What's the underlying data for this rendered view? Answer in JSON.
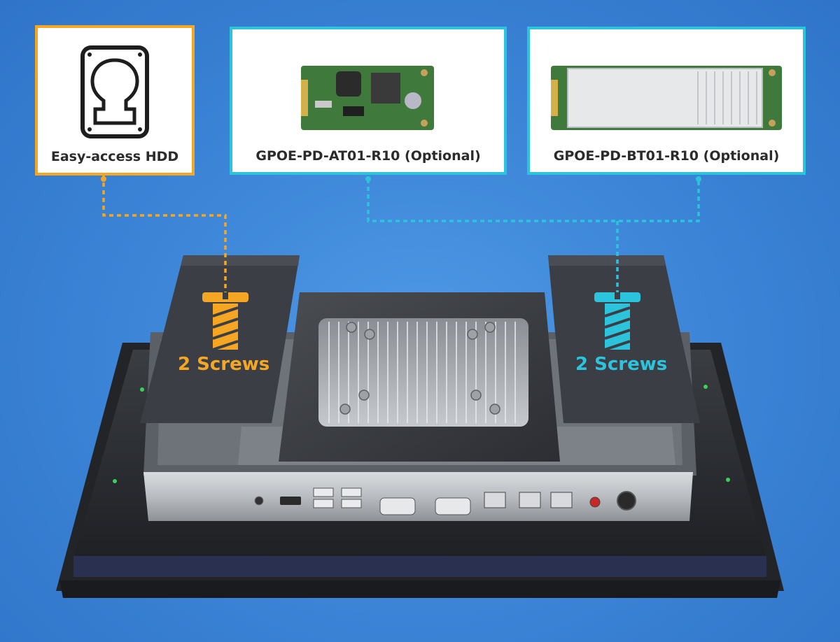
{
  "cards": {
    "hdd": {
      "label": "Easy-access HDD",
      "icon": "hdd-icon"
    },
    "at01": {
      "label": "GPOE-PD-AT01-R10 (Optional)",
      "image": "poe-module-at01"
    },
    "bt01": {
      "label": "GPOE-PD-BT01-R10 (Optional)",
      "image": "poe-module-bt01"
    }
  },
  "screws": {
    "left": {
      "label": "2 Screws",
      "color": "#f5a623",
      "icon": "screw-icon"
    },
    "right": {
      "label": "2 Screws",
      "color": "#2cc4dc",
      "icon": "screw-icon"
    }
  },
  "colors": {
    "orange": "#f5a623",
    "cyan": "#2cc4dc",
    "background": "#3d86d8"
  }
}
